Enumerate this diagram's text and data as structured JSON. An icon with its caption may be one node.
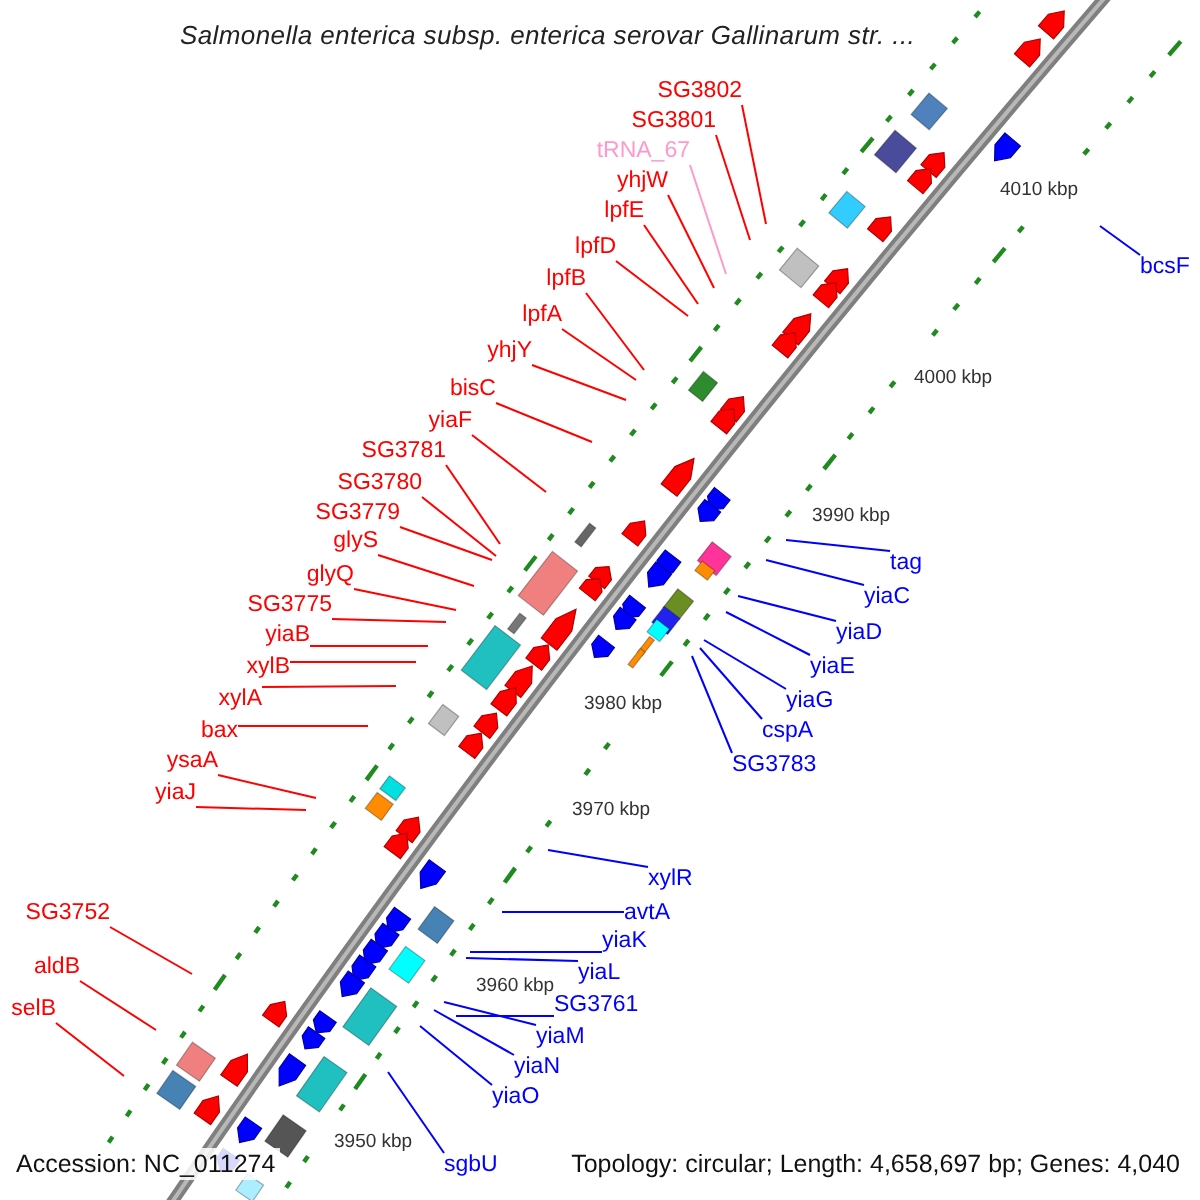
{
  "diagram": {
    "title": "Salmonella enterica subsp. enterica serovar Gallinarum str. ...",
    "nodes": [
      {
        "text": [
          "SG3802"
        ]
      },
      {
        "text": [
          "SG3801"
        ]
      },
      {
        "text": [
          "tRNA_67"
        ]
      },
      {
        "text": [
          "yhjW"
        ]
      },
      {
        "text": [
          "lpfE"
        ]
      },
      {
        "text": [
          "lpfD"
        ]
      },
      {
        "text": [
          "lpfB"
        ]
      },
      {
        "text": [
          "lpfA"
        ]
      },
      {
        "text": [
          "yhjY"
        ]
      },
      {
        "text": [
          "bisC"
        ]
      },
      {
        "text": [
          "yiaF"
        ]
      },
      {
        "text": [
          "SG3781"
        ]
      },
      {
        "text": [
          "SG3780"
        ]
      },
      {
        "text": [
          "SG3779"
        ]
      },
      {
        "text": [
          "glyS"
        ]
      },
      {
        "text": [
          "glyQ"
        ]
      },
      {
        "text": [
          "SG3775"
        ]
      },
      {
        "text": [
          "yiaB"
        ]
      },
      {
        "text": [
          "xylB"
        ]
      },
      {
        "text": [
          "xylA"
        ]
      },
      {
        "text": [
          "bax"
        ]
      },
      {
        "text": [
          "ysaA"
        ]
      },
      {
        "text": [
          "yiaJ"
        ]
      },
      {
        "text": [
          "SG3752"
        ]
      },
      {
        "text": [
          "aldB"
        ]
      },
      {
        "text": [
          "selB"
        ]
      },
      {
        "text": [
          "bcsF"
        ]
      },
      {
        "text": [
          "tag"
        ]
      },
      {
        "text": [
          "yiaC"
        ]
      },
      {
        "text": [
          "yiaD"
        ]
      },
      {
        "text": [
          "yiaE"
        ]
      },
      {
        "text": [
          "yiaG"
        ]
      },
      {
        "text": [
          "cspA"
        ]
      },
      {
        "text": [
          "SG3783"
        ]
      },
      {
        "text": [
          "xylR"
        ]
      },
      {
        "text": [
          "avtA"
        ]
      },
      {
        "text": [
          "yiaK"
        ]
      },
      {
        "text": [
          "yiaL"
        ]
      },
      {
        "text": [
          "SG3761"
        ]
      },
      {
        "text": [
          "yiaM"
        ]
      },
      {
        "text": [
          "yiaN"
        ]
      },
      {
        "text": [
          "yiaO"
        ]
      },
      {
        "text": [
          "sgbU"
        ]
      }
    ],
    "edges": [
      {
        "from": 0,
        "to": null,
        "arrow": "none"
      },
      {
        "from": 1,
        "to": null,
        "arrow": "none"
      },
      {
        "from": 2,
        "to": null,
        "arrow": "none",
        "color": "#ff99cc"
      },
      {
        "from": 3,
        "to": null,
        "arrow": "none"
      },
      {
        "from": 4,
        "to": null,
        "arrow": "none"
      },
      {
        "from": 5,
        "to": null,
        "arrow": "none"
      },
      {
        "from": 6,
        "to": null,
        "arrow": "none"
      },
      {
        "from": 7,
        "to": null,
        "arrow": "none"
      },
      {
        "from": 8,
        "to": null,
        "arrow": "none"
      },
      {
        "from": 9,
        "to": null,
        "arrow": "none"
      },
      {
        "from": 10,
        "to": null,
        "arrow": "none"
      },
      {
        "from": 11,
        "to": null,
        "arrow": "none"
      },
      {
        "from": 12,
        "to": null,
        "arrow": "none"
      },
      {
        "from": 13,
        "to": null,
        "arrow": "none"
      },
      {
        "from": 14,
        "to": null,
        "arrow": "none"
      },
      {
        "from": 15,
        "to": null,
        "arrow": "none"
      },
      {
        "from": 16,
        "to": null,
        "arrow": "none"
      },
      {
        "from": 17,
        "to": null,
        "arrow": "none"
      },
      {
        "from": 18,
        "to": null,
        "arrow": "none"
      },
      {
        "from": 19,
        "to": null,
        "arrow": "none"
      },
      {
        "from": 20,
        "to": null,
        "arrow": "none"
      },
      {
        "from": 21,
        "to": null,
        "arrow": "none"
      },
      {
        "from": 22,
        "to": null,
        "arrow": "none"
      },
      {
        "from": 23,
        "to": null,
        "arrow": "none"
      },
      {
        "from": 24,
        "to": null,
        "arrow": "none"
      },
      {
        "from": 25,
        "to": null,
        "arrow": "none"
      },
      {
        "from": 26,
        "to": null,
        "arrow": "none",
        "color": "#0000ff"
      },
      {
        "from": 27,
        "to": null,
        "arrow": "none",
        "color": "#0000ff"
      },
      {
        "from": 28,
        "to": null,
        "arrow": "none",
        "color": "#0000ff"
      },
      {
        "from": 29,
        "to": null,
        "arrow": "none",
        "color": "#0000ff"
      },
      {
        "from": 30,
        "to": null,
        "arrow": "none",
        "color": "#0000ff"
      },
      {
        "from": 31,
        "to": null,
        "arrow": "none",
        "color": "#0000ff"
      },
      {
        "from": 32,
        "to": null,
        "arrow": "none",
        "color": "#0000ff"
      },
      {
        "from": 33,
        "to": null,
        "arrow": "none",
        "color": "#0000ff"
      },
      {
        "from": 34,
        "to": null,
        "arrow": "none",
        "color": "#0000ff"
      },
      {
        "from": 35,
        "to": null,
        "arrow": "none",
        "color": "#0000ff"
      },
      {
        "from": 36,
        "to": null,
        "arrow": "none",
        "color": "#0000ff"
      },
      {
        "from": 37,
        "to": null,
        "arrow": "none",
        "color": "#0000ff"
      },
      {
        "from": 38,
        "to": null,
        "arrow": "none",
        "color": "#0000ff"
      },
      {
        "from": 39,
        "to": null,
        "arrow": "none",
        "color": "#0000ff"
      },
      {
        "from": 40,
        "to": null,
        "arrow": "none",
        "color": "#0000ff"
      },
      {
        "from": 41,
        "to": null,
        "arrow": "none",
        "color": "#0000ff"
      },
      {
        "from": 42,
        "to": null,
        "arrow": "none",
        "color": "#0000ff"
      }
    ],
    "labels": [
      "4010 kbp",
      "4000 kbp",
      "3990 kbp",
      "3980 kbp",
      "3970 kbp",
      "3960 kbp",
      "3950 kbp",
      "Accession: NC_011274",
      "Topology: circular; Length: 4,658,697 bp; Genes: 4,040"
    ]
  }
}
